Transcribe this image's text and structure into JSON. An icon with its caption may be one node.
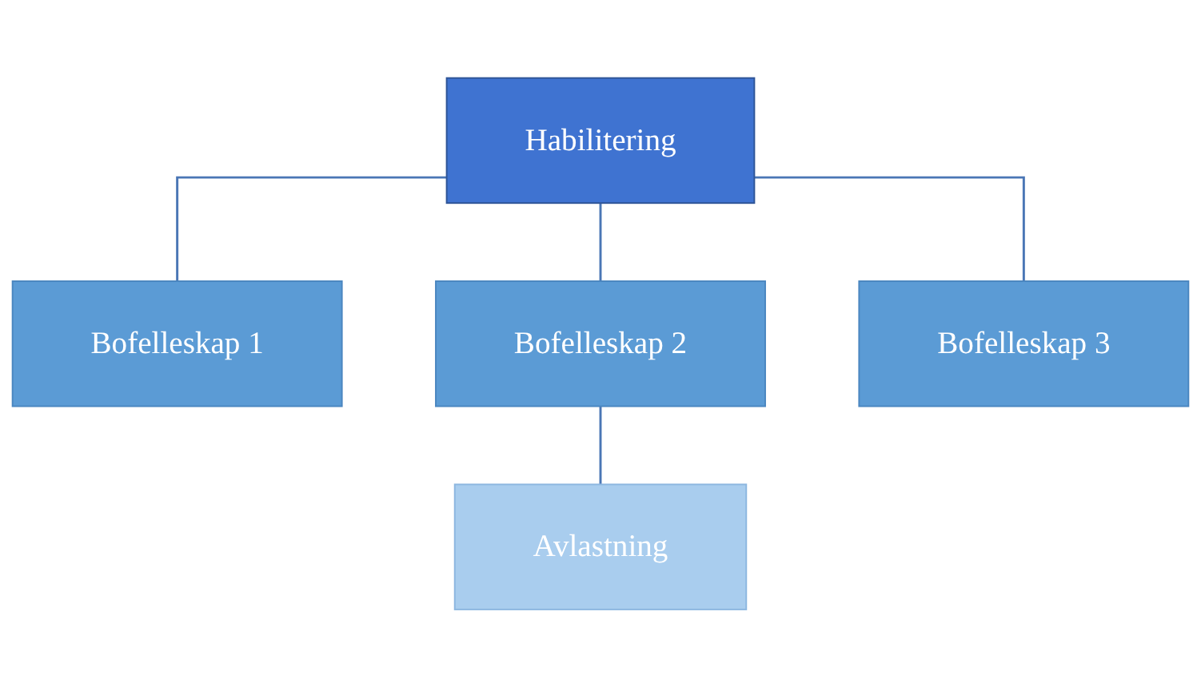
{
  "diagram": {
    "nodes": [
      {
        "text": [
          "Habilitering"
        ]
      },
      {
        "text": [
          "Bofelleskap 1"
        ]
      },
      {
        "text": [
          "Bofelleskap 2"
        ]
      },
      {
        "text": [
          "Bofelleskap 3"
        ]
      },
      {
        "text": [
          "Avlastning"
        ]
      }
    ],
    "edges": [
      {
        "from": 0,
        "to": 1,
        "arrow": "none"
      },
      {
        "from": 0,
        "to": 2,
        "arrow": "none"
      },
      {
        "from": 0,
        "to": 3,
        "arrow": "none"
      },
      {
        "from": 2,
        "to": 4,
        "arrow": "none"
      }
    ]
  }
}
